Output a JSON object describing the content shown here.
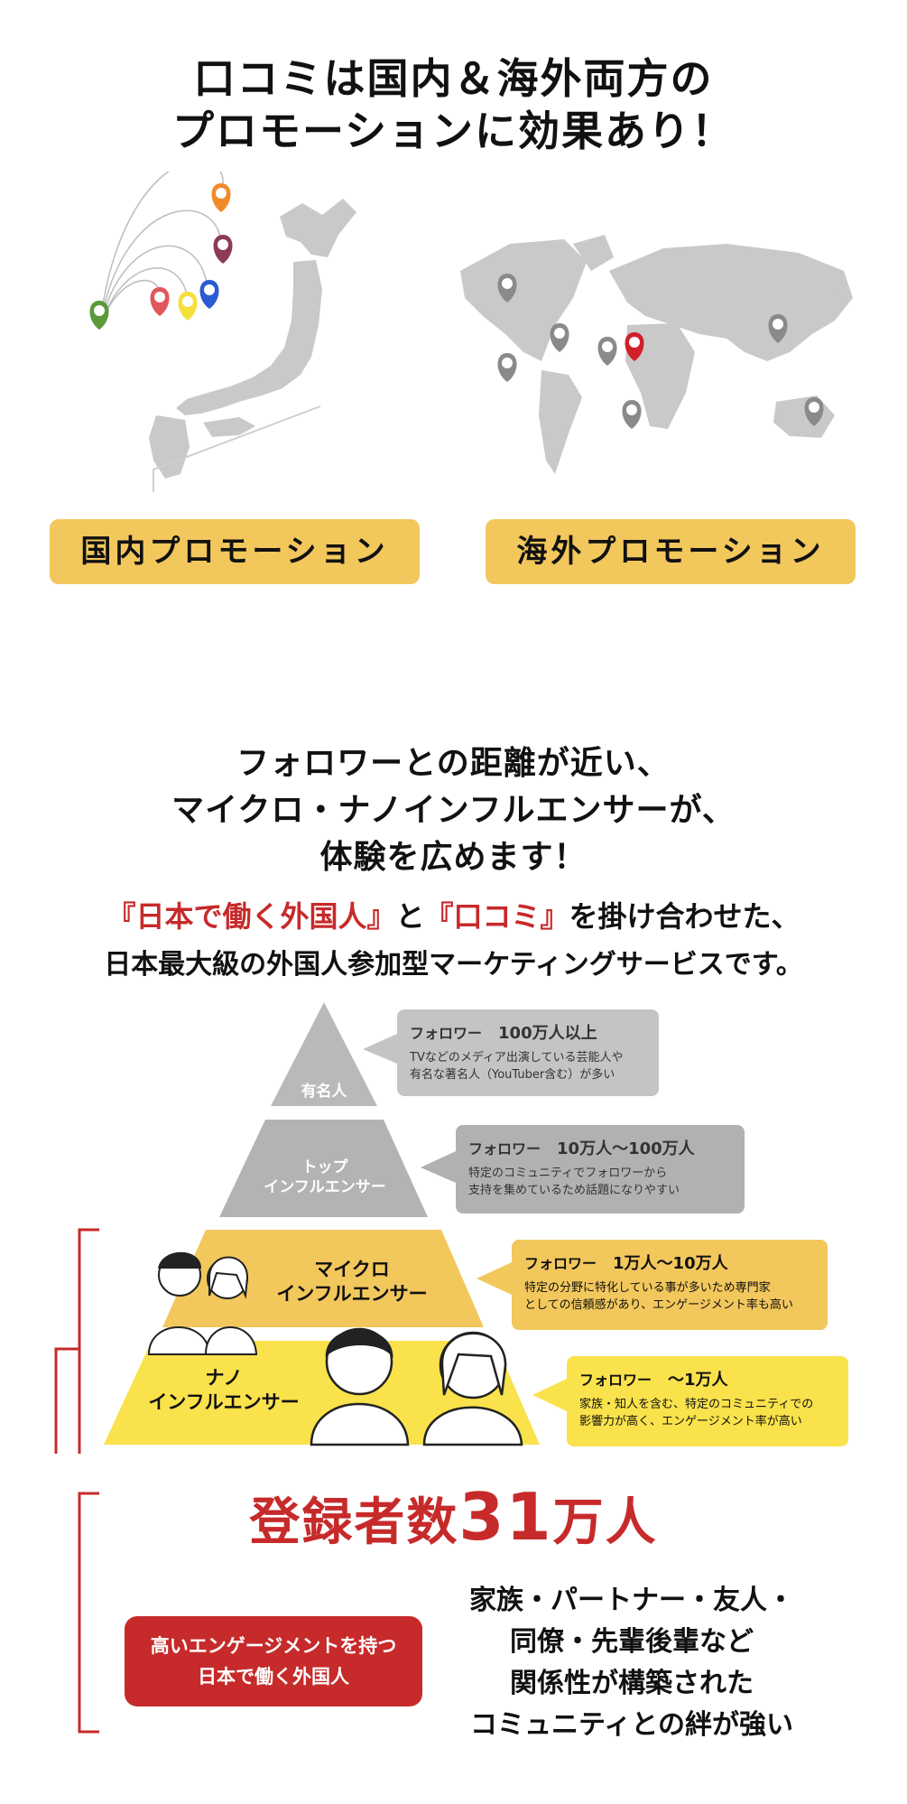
{
  "main_title": {
    "line1": "口コミは国内＆海外両方の",
    "line2": "プロモーションに効果あり！"
  },
  "promotions": {
    "domestic_label": "国内プロモーション",
    "overseas_label": "海外プロモーション"
  },
  "colors": {
    "accent_yellow": "#f2c75c",
    "accent_red": "#c72a2a",
    "map_grey": "#c9c9c9"
  },
  "sub_title": {
    "line1": "フォロワーとの距離が近い、",
    "line2": "マイクロ・ナノインフルエンサーが、",
    "line3": "体験を広めます！"
  },
  "intro": {
    "quote1": "『日本で働く外国人』",
    "connector": "と",
    "quote2": "『口コミ』",
    "tail": "を掛け合わせた、",
    "line2": "日本最大級の外国人参加型マーケティングサービスです。"
  },
  "pyramid": {
    "tier1_label": "有名人",
    "tier2_label_1": "トップ",
    "tier2_label_2": "インフルエンサー",
    "tier3_label_1": "マイクロ",
    "tier3_label_2": "インフルエンサー",
    "tier4_label_1": "ナノ",
    "tier4_label_2": "インフルエンサー"
  },
  "bubbles": {
    "celebrity": {
      "prefix": "フォロワー",
      "count": "100万人以上",
      "desc1": "TVなどのメディア出演している芸能人や",
      "desc2": "有名な著名人（YouTuber含む）が多い"
    },
    "top": {
      "prefix": "フォロワー",
      "count": "10万人〜100万人",
      "desc1": "特定のコミュニティでフォロワーから",
      "desc2": "支持を集めているため話題になりやすい"
    },
    "micro": {
      "prefix": "フォロワー",
      "count": "1万人〜10万人",
      "desc1": "特定の分野に特化している事が多いため専門家",
      "desc2": "としての信頼感があり、エンゲージメント率も高い"
    },
    "nano": {
      "prefix": "フォロワー",
      "count": "〜1万人",
      "desc1": "家族・知人を含む、特定のコミュニティでの",
      "desc2": "影響力が高く、エンゲージメント率が高い"
    }
  },
  "registrants": {
    "prefix": "登録者数",
    "number": "31",
    "suffix": "万人"
  },
  "foreign_badge": {
    "line1": "高いエンゲージメントを持つ",
    "line2": "日本で働く外国人"
  },
  "community": {
    "line1": "家族・パートナー・友人・",
    "line2": "同僚・先輩後輩など",
    "line3": "関係性が構築された",
    "line4": "コミュニティとの絆が強い"
  }
}
